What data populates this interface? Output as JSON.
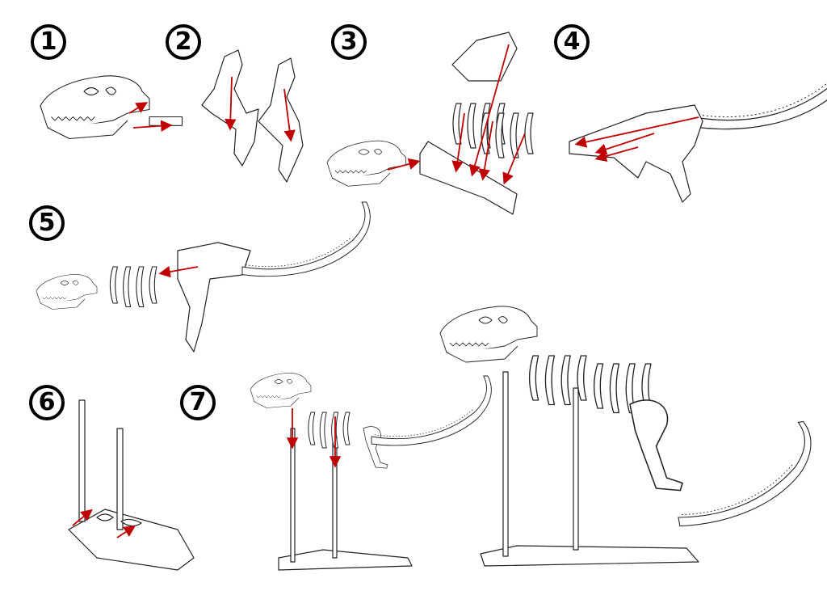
{
  "steps": [
    {
      "label": "1"
    },
    {
      "label": "2"
    },
    {
      "label": "3"
    },
    {
      "label": "4"
    },
    {
      "label": "5"
    },
    {
      "label": "6"
    },
    {
      "label": "7"
    }
  ],
  "colors": {
    "arrow": "#c00000",
    "line": "#222222"
  }
}
